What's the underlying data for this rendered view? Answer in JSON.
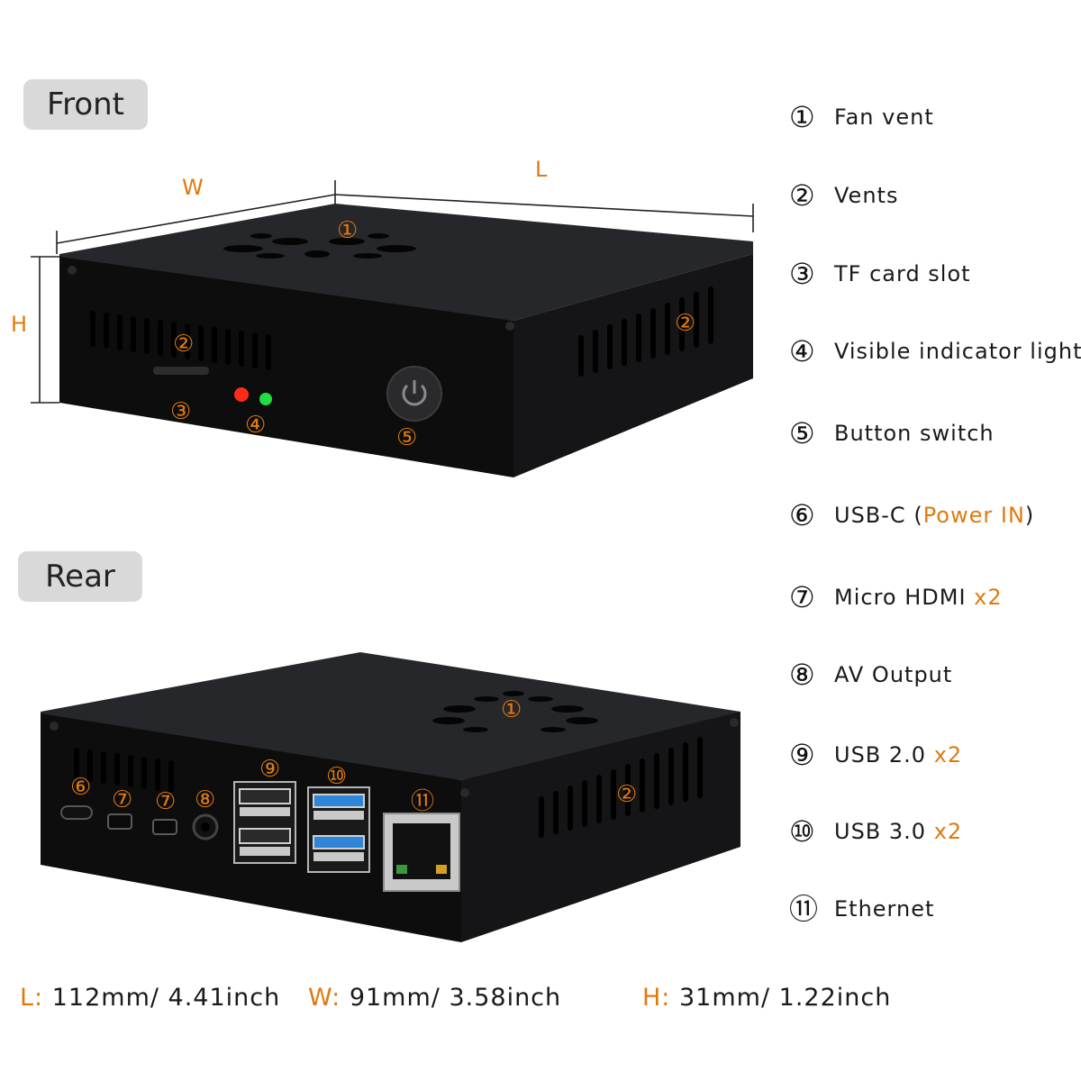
{
  "views": {
    "front": "Front",
    "rear": "Rear"
  },
  "dimension_letters": {
    "width": "W",
    "length": "L",
    "height": "H"
  },
  "callouts": {
    "fan_vent": "①",
    "vents": "②",
    "tf_card_slot": "③",
    "indicator_light": "④",
    "button_switch": "⑤",
    "usb_c": "⑥",
    "micro_hdmi": "⑦",
    "av_output": "⑧",
    "usb2": "⑨",
    "usb3": "⑩",
    "ethernet": "⑪"
  },
  "legend": [
    {
      "num": "①",
      "label": "Fan vent"
    },
    {
      "num": "②",
      "label": "Vents"
    },
    {
      "num": "③",
      "label": "TF card slot"
    },
    {
      "num": "④",
      "label": "Visible indicator light"
    },
    {
      "num": "⑤",
      "label": "Button switch"
    },
    {
      "num": "⑥",
      "label": "USB-C (",
      "accent": "Power IN",
      "suffix": ")"
    },
    {
      "num": "⑦",
      "label": "Micro HDMI ",
      "accent": "x2"
    },
    {
      "num": "⑧",
      "label": "AV Output"
    },
    {
      "num": "⑨",
      "label": "USB 2.0 ",
      "accent": "x2"
    },
    {
      "num": "⑩",
      "label": "USB 3.0 ",
      "accent": "x2"
    },
    {
      "num": "⑪",
      "label": "Ethernet"
    }
  ],
  "specs": {
    "length_key": "L:",
    "length_value": "112mm/ 4.41inch",
    "width_key": "W:",
    "width_value": "91mm/ 3.58inch",
    "height_key": "H:",
    "height_value": "31mm/ 1.22inch"
  },
  "colors": {
    "accent": "#e07a10",
    "case_top": "#26272a",
    "case_front": "#0d0d0e",
    "led_red": "#ff2a1a",
    "led_green": "#22dd44",
    "usb3_blue": "#2f86d8"
  },
  "icons": [
    "power-icon",
    "fan-vent-icon"
  ]
}
